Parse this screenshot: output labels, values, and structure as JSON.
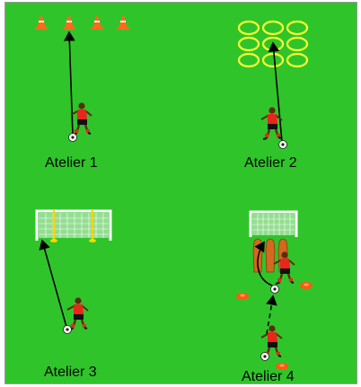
{
  "stations": [
    {
      "label": "Atelier 1"
    },
    {
      "label": "Atelier 2"
    },
    {
      "label": "Atelier 3"
    },
    {
      "label": "Atelier 4"
    }
  ],
  "colors": {
    "pitch": "#2fc52a",
    "cone": "#ff6a1a",
    "ring": "#ffff33",
    "jersey": "#e8261b",
    "shorts": "#111111",
    "mannequin": "#d2691e",
    "pole": "#ffd400",
    "line": "#000000"
  }
}
